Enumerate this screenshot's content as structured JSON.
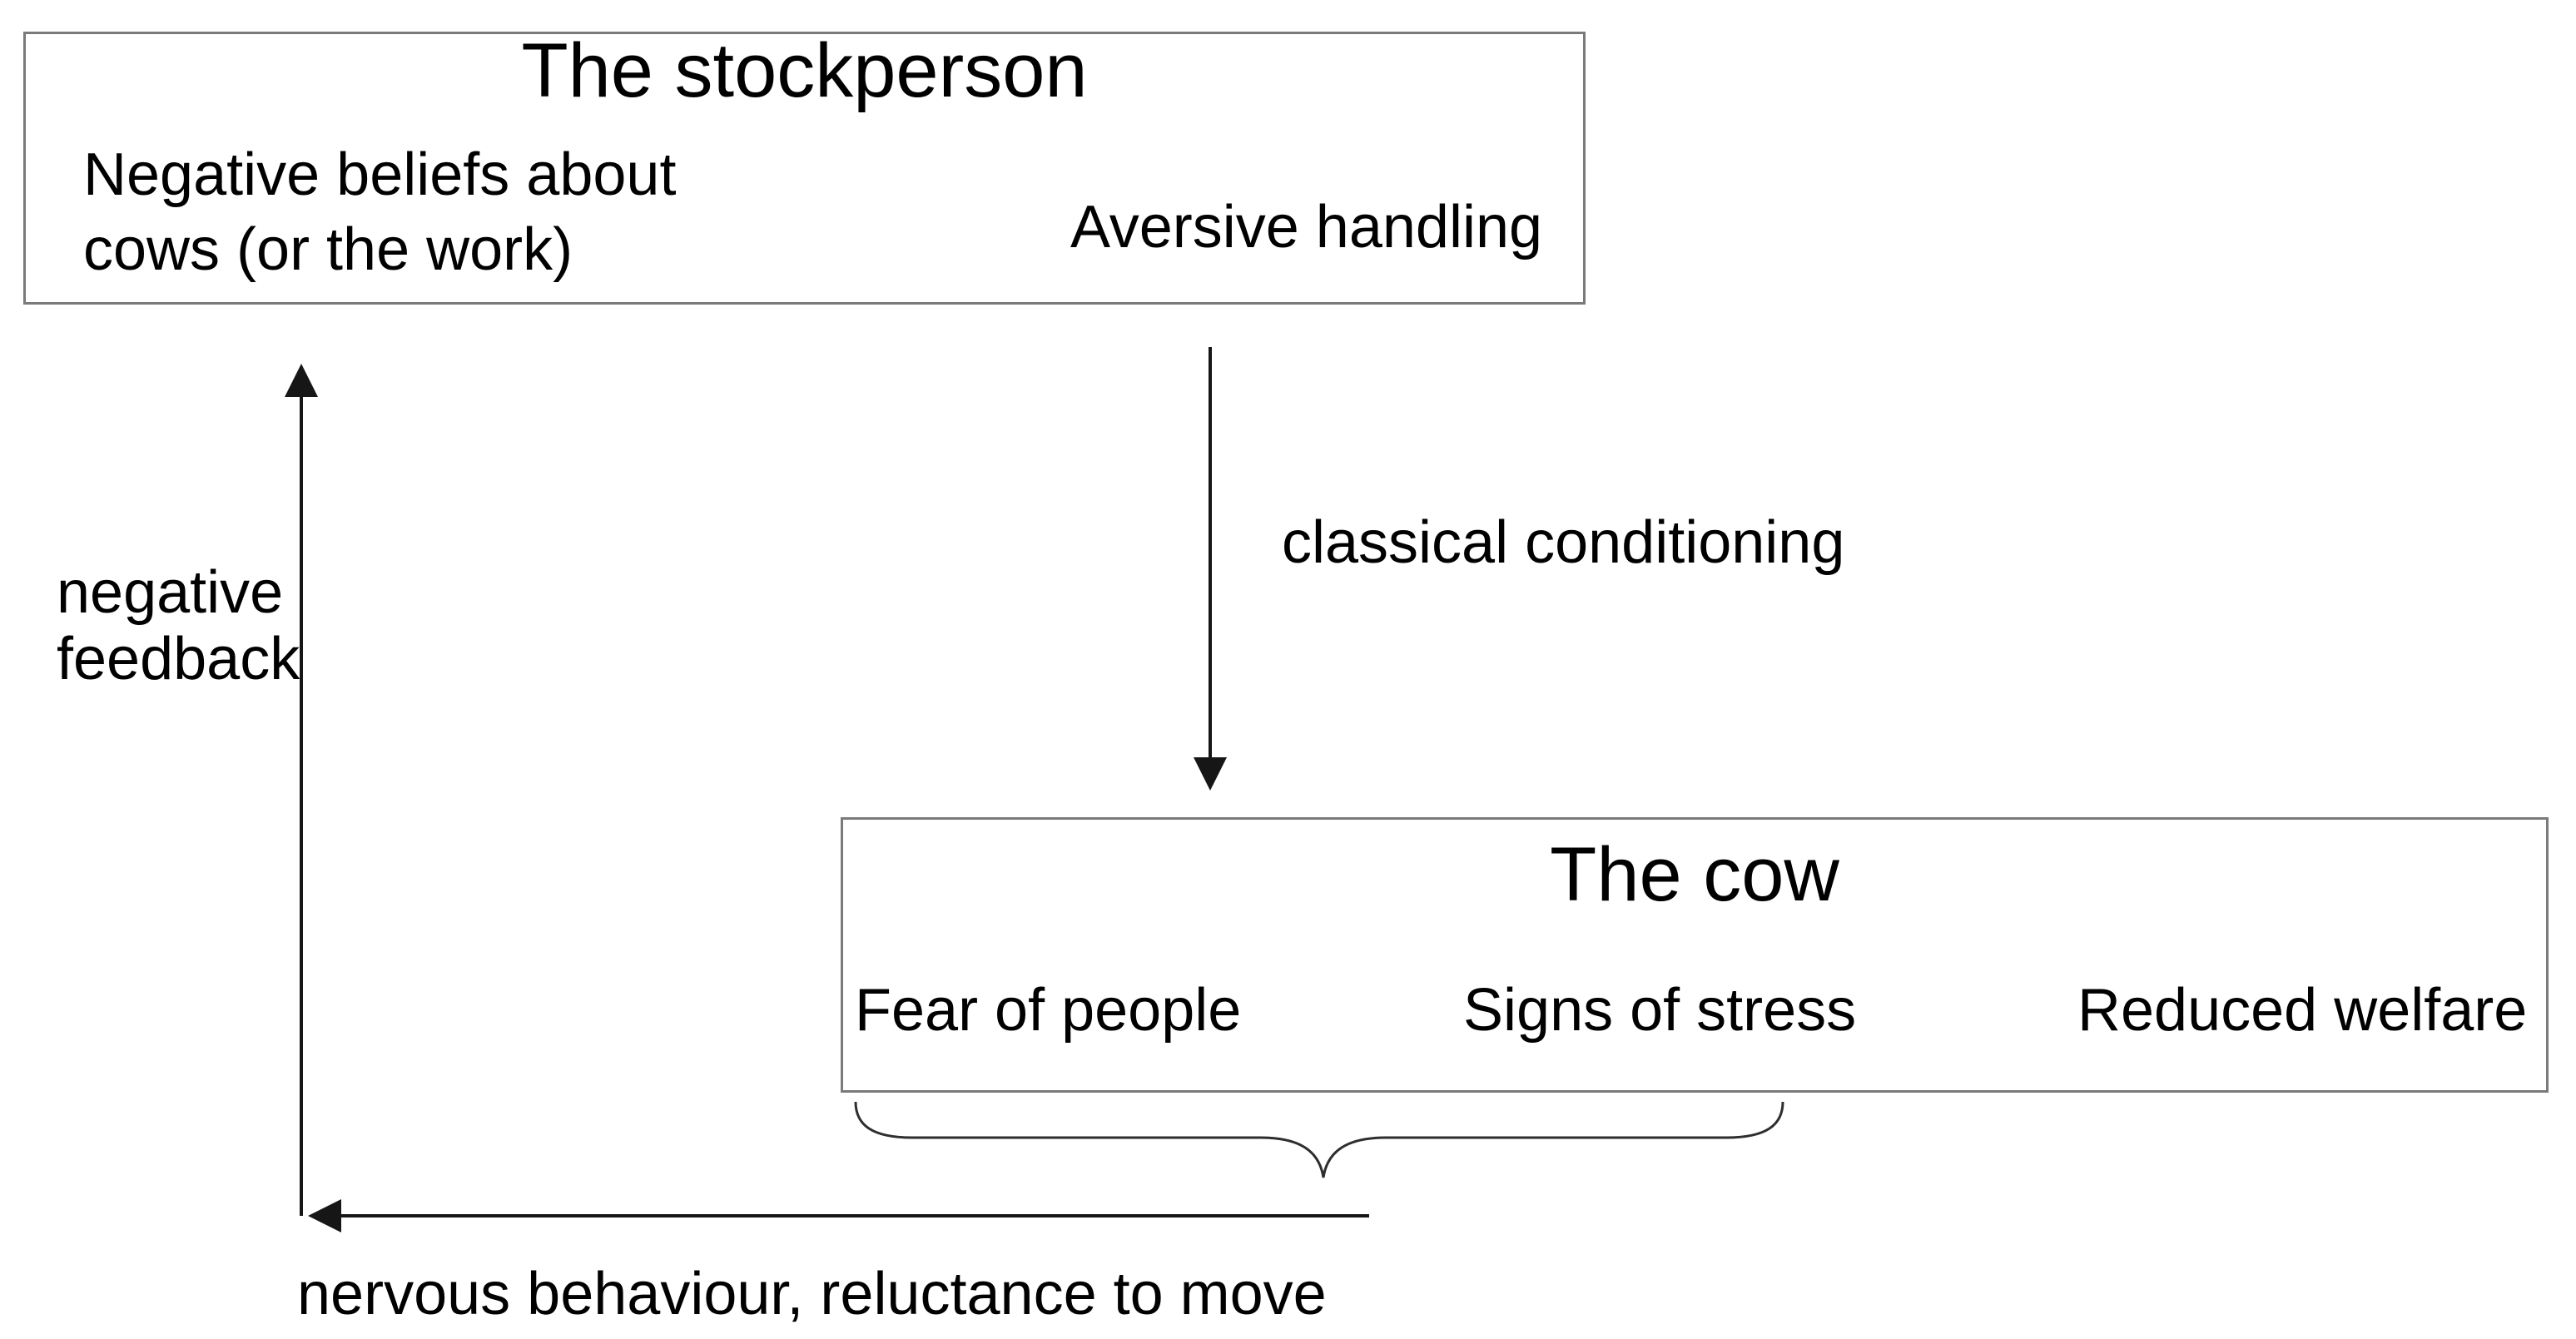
{
  "stockperson_box": {
    "title": "The stockperson",
    "cause": "Negative beliefs about\ncows (or the work)",
    "effect": "Aversive handling"
  },
  "cow_box": {
    "title": "The cow",
    "nodes": [
      "Fear of people",
      "Signs of stress",
      "Reduced welfare"
    ]
  },
  "labels": {
    "classical_conditioning": "classical conditioning",
    "negative_feedback": "negative\nfeedback",
    "nervous_behaviour": "nervous behaviour, reluctance to move"
  },
  "edges": [
    {
      "from": "Negative beliefs about cows (or the work)",
      "to": "Aversive handling",
      "label": ""
    },
    {
      "from": "Aversive handling",
      "to": "The cow",
      "label": "classical conditioning"
    },
    {
      "from": "Fear of people",
      "to": "Signs of stress",
      "label": ""
    },
    {
      "from": "Signs of stress",
      "to": "Reduced welfare",
      "label": ""
    },
    {
      "from": "Fear of people + Signs of stress",
      "to": "The stockperson",
      "label": "negative feedback; nervous behaviour, reluctance to move"
    }
  ],
  "colors": {
    "background": "#ffffff",
    "box_border": "#7a7a7a",
    "text": "#000000",
    "arrow": "#161616",
    "brace": "#2e2e2e"
  }
}
